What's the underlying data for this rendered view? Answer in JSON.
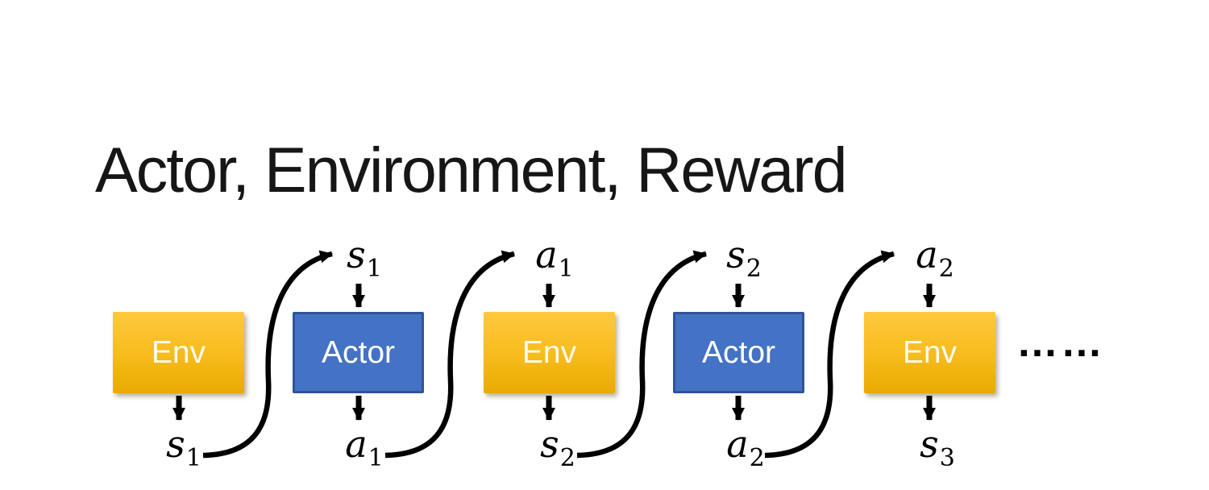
{
  "slide": {
    "title": "Actor, Environment, Reward",
    "ellipsis": "……"
  },
  "diagram": {
    "accent_colors": {
      "env_top": "#FFC93E",
      "env_bottom": "#E9AA00",
      "actor_fill": "#4472C4",
      "actor_border": "#2F5597",
      "arrow": "#000000"
    },
    "nodes": [
      {
        "id": "env-1",
        "type": "env",
        "label": "Env",
        "top": null,
        "bottom": {
          "base": "s",
          "sub": "1"
        }
      },
      {
        "id": "actor-1",
        "type": "actor",
        "label": "Actor",
        "top": {
          "base": "s",
          "sub": "1"
        },
        "bottom": {
          "base": "a",
          "sub": "1"
        }
      },
      {
        "id": "env-2",
        "type": "env",
        "label": "Env",
        "top": {
          "base": "a",
          "sub": "1"
        },
        "bottom": {
          "base": "s",
          "sub": "2"
        }
      },
      {
        "id": "actor-2",
        "type": "actor",
        "label": "Actor",
        "top": {
          "base": "s",
          "sub": "2"
        },
        "bottom": {
          "base": "a",
          "sub": "2"
        }
      },
      {
        "id": "env-3",
        "type": "env",
        "label": "Env",
        "top": {
          "base": "a",
          "sub": "2"
        },
        "bottom": {
          "base": "s",
          "sub": "3"
        }
      }
    ]
  }
}
